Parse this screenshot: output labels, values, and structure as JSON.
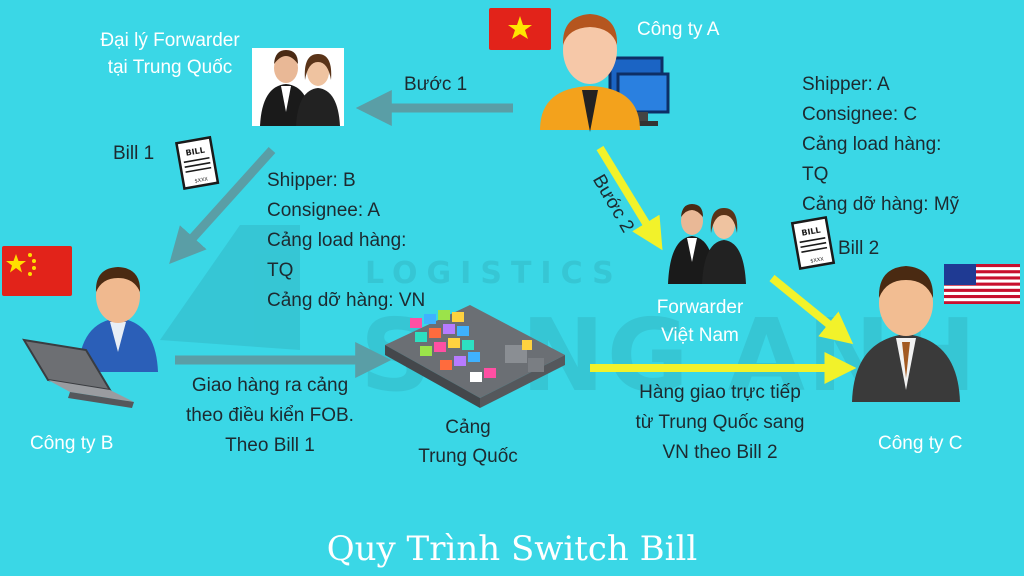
{
  "title": "Quy Trình Switch Bill",
  "watermark": {
    "line1": "LOGISTICS",
    "line2": "SONG ANH"
  },
  "colors": {
    "background": "#3ad7e6",
    "gray_arrow": "#5a9ea6",
    "yellow_arrow": "#f2f22a"
  },
  "nodes": {
    "company_a": {
      "label": "Công ty A",
      "flag": "vietnam-flag-icon"
    },
    "forwarder_cn": {
      "label_line1": "Đại lý Forwarder",
      "label_line2": "tại Trung Quốc"
    },
    "forwarder_vn": {
      "label_line1": "Forwarder",
      "label_line2": "Việt Nam"
    },
    "company_b": {
      "label": "Công ty B",
      "flag": "china-flag-icon"
    },
    "company_c": {
      "label": "Công ty C",
      "flag": "usa-flag-icon"
    },
    "port": {
      "label_line1": "Cảng",
      "label_line2": "Trung Quốc"
    }
  },
  "steps": {
    "step1": "Bước 1",
    "step2": "Bước 2"
  },
  "bills": {
    "bill1": {
      "label": "Bill 1",
      "doc_text": "BILL",
      "doc_amount": "$XXX"
    },
    "bill2": {
      "label": "Bill 2",
      "doc_text": "BILL",
      "doc_amount": "$XXX"
    }
  },
  "bill1_details": [
    "Shipper: B",
    "Consignee: A",
    "Cảng load hàng:",
    "TQ",
    "Cảng dỡ hàng: VN"
  ],
  "bill2_details": [
    "Shipper: A",
    "Consignee: C",
    "Cảng load hàng:",
    "TQ",
    "Cảng dỡ hàng: Mỹ"
  ],
  "flows": {
    "b_to_port": [
      "Giao hàng ra cảng",
      "theo điều kiển FOB.",
      "Theo Bill 1"
    ],
    "port_to_c": [
      "Hàng giao trực tiếp",
      "từ Trung Quốc sang",
      "VN theo Bill 2"
    ]
  }
}
